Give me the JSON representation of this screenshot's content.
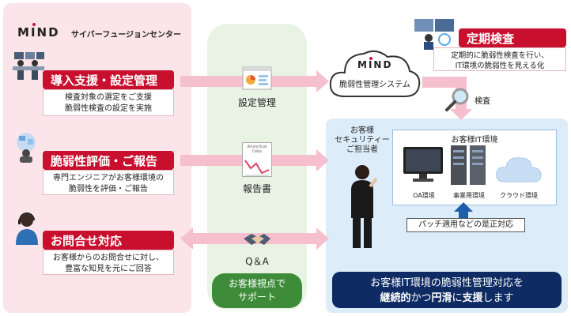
{
  "left": {
    "company": "サイバーフュージョンセンター",
    "items": [
      {
        "title": "導入支援・設定管理",
        "desc_line1": "検査対象の選定をご支援",
        "desc_line2": "脆弱性検査の設定を実施"
      },
      {
        "title": "脆弱性評価・ご報告",
        "desc_line1": "専門エンジニアがお客様環境の",
        "desc_line2": "脆弱性を評価・ご報告"
      },
      {
        "title": "お問合せ対応",
        "desc_line1": "お客様からのお問合せに対し、",
        "desc_line2": "豊富な知見を元にご回答"
      }
    ]
  },
  "middle": {
    "settings_label": "設定管理",
    "report_label": "報告書",
    "report_doc_title": "Analytical Data",
    "qa_label": "Q＆A",
    "badge_line1": "お客様視点で",
    "badge_line2": "サポート"
  },
  "cloud": {
    "system_name": "脆弱性管理システム"
  },
  "logo": {
    "text_m": "M",
    "text_i": "I",
    "text_nd": "ND"
  },
  "periodic": {
    "title": "定期検査",
    "desc_line1": "定期的に脆弱性検査を行い、",
    "desc_line2": "IT環境の脆弱性を見える化",
    "scan_label": "検査"
  },
  "right": {
    "person_line1": "お客様",
    "person_line2": "セキュリティー",
    "person_line3": "ご担当者",
    "env_title": "お客様IT環境",
    "env_items": [
      "OA環境",
      "事業用環境",
      "クラウド環境"
    ],
    "patch_label": "パッチ適用などの是正対応",
    "banner_line1": "お客様IT環境の脆弱性管理対応を",
    "banner_bold1": "継続的",
    "banner_mid": "かつ",
    "banner_bold2": "円滑",
    "banner_mid2": "に",
    "banner_bold3": "支援",
    "banner_end": "します"
  },
  "colors": {
    "red": "#c8102e",
    "pink_arrow": "#f6bfcd",
    "green": "#3e8c3a",
    "navy": "#0e2b63",
    "left_bg": "#fbe4ea",
    "right_bg": "#dcecf9"
  }
}
